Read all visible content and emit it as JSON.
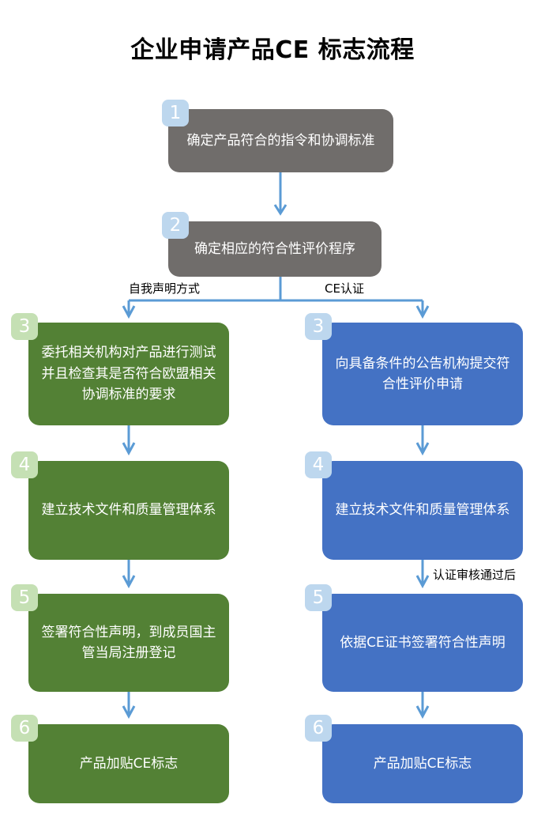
{
  "title": "企业申请产品CE 标志流程",
  "colors": {
    "grey_box": "#706d6b",
    "green_box": "#538135",
    "blue_box": "#4472c4",
    "blue_badge": "#bdd7ee",
    "green_badge": "#c5e0b4",
    "connector": "#5b9bd5",
    "text_on_box": "#ffffff",
    "page_background": "#ffffff"
  },
  "nodes": {
    "step1": {
      "number": "1",
      "text": "确定产品符合的指令和协调标准",
      "color": "grey"
    },
    "step2": {
      "number": "2",
      "text": "确定相应的符合性评价程序",
      "color": "grey"
    },
    "left_step3": {
      "number": "3",
      "text": "委托相关机构对产品进行测试并且检查其是否符合欧盟相关协调标准的要求",
      "color": "green"
    },
    "left_step4": {
      "number": "4",
      "text": "建立技术文件和质量管理体系",
      "color": "green"
    },
    "left_step5": {
      "number": "5",
      "text": "签署符合性声明，到成员国主管当局注册登记",
      "color": "green"
    },
    "left_step6": {
      "number": "6",
      "text": "产品加贴CE标志",
      "color": "green"
    },
    "right_step3": {
      "number": "3",
      "text": "向具备条件的公告机构提交符合性评价申请",
      "color": "blue"
    },
    "right_step4": {
      "number": "4",
      "text": "建立技术文件和质量管理体系",
      "color": "blue"
    },
    "right_step5": {
      "number": "5",
      "text": "依据CE证书签署符合性声明",
      "color": "blue"
    },
    "right_step6": {
      "number": "6",
      "text": "产品加贴CE标志",
      "color": "blue"
    }
  },
  "edge_labels": {
    "left_branch": "自我声明方式",
    "right_branch": "CE认证",
    "cert_passed": "认证审核通过后"
  }
}
